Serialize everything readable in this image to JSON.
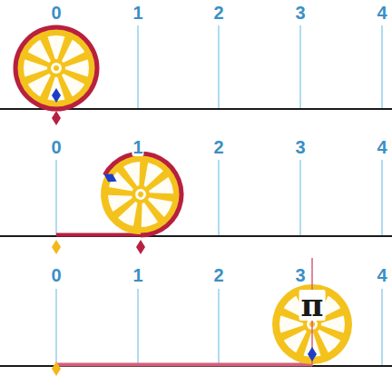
{
  "diagram": {
    "labels": [
      "0",
      "1",
      "2",
      "3",
      "4",
      "0",
      "1",
      "2",
      "3",
      "4",
      "0",
      "1",
      "2",
      "3",
      "4",
      "π"
    ]
  }
}
